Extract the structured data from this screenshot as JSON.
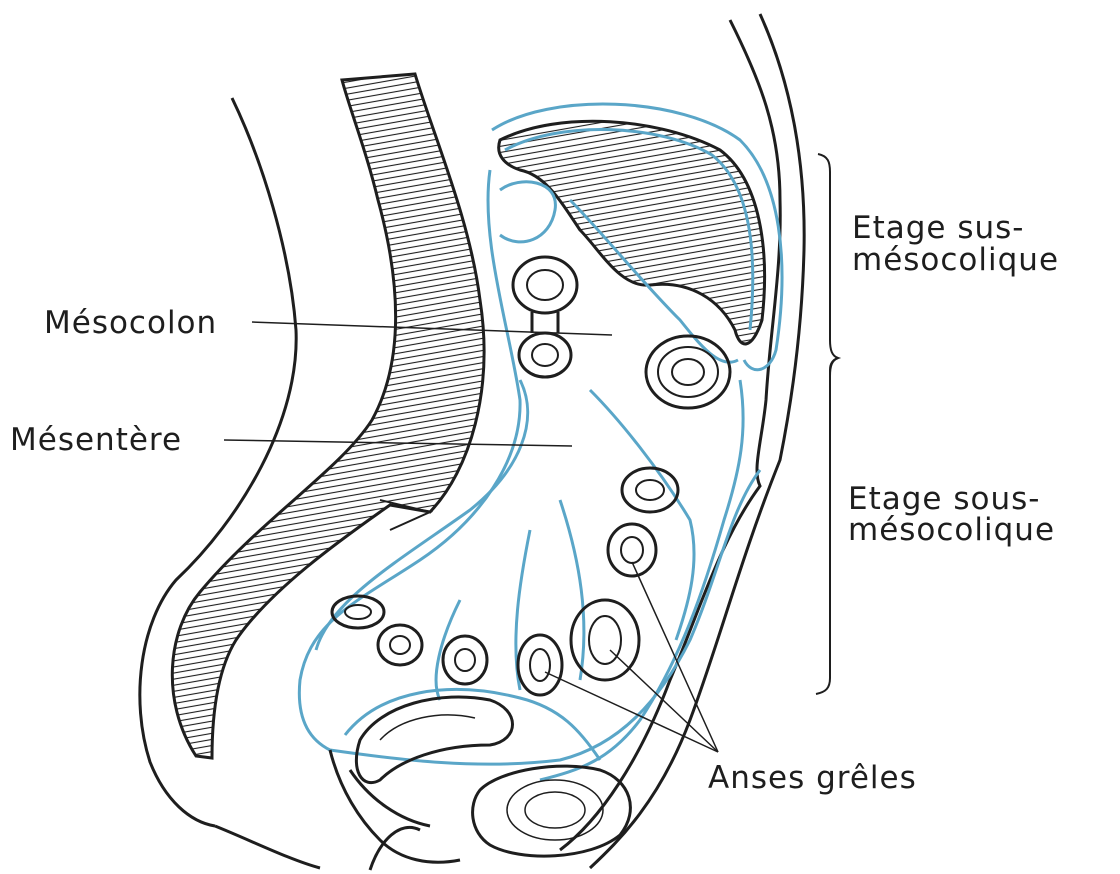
{
  "labels": {
    "mesocolon": "Mésocolon",
    "mesentere": "Mésentère",
    "etage_sus_line1": "Etage sus-",
    "etage_sus_line2": "mésocolique",
    "etage_sous_line1": "Etage sous-",
    "etage_sous_line2": "mésocolique",
    "anses_greles": "Anses grêles"
  },
  "colors": {
    "outline": "#1e1e1e",
    "peritoneum": "#5aa6c8",
    "background": "#ffffff"
  }
}
